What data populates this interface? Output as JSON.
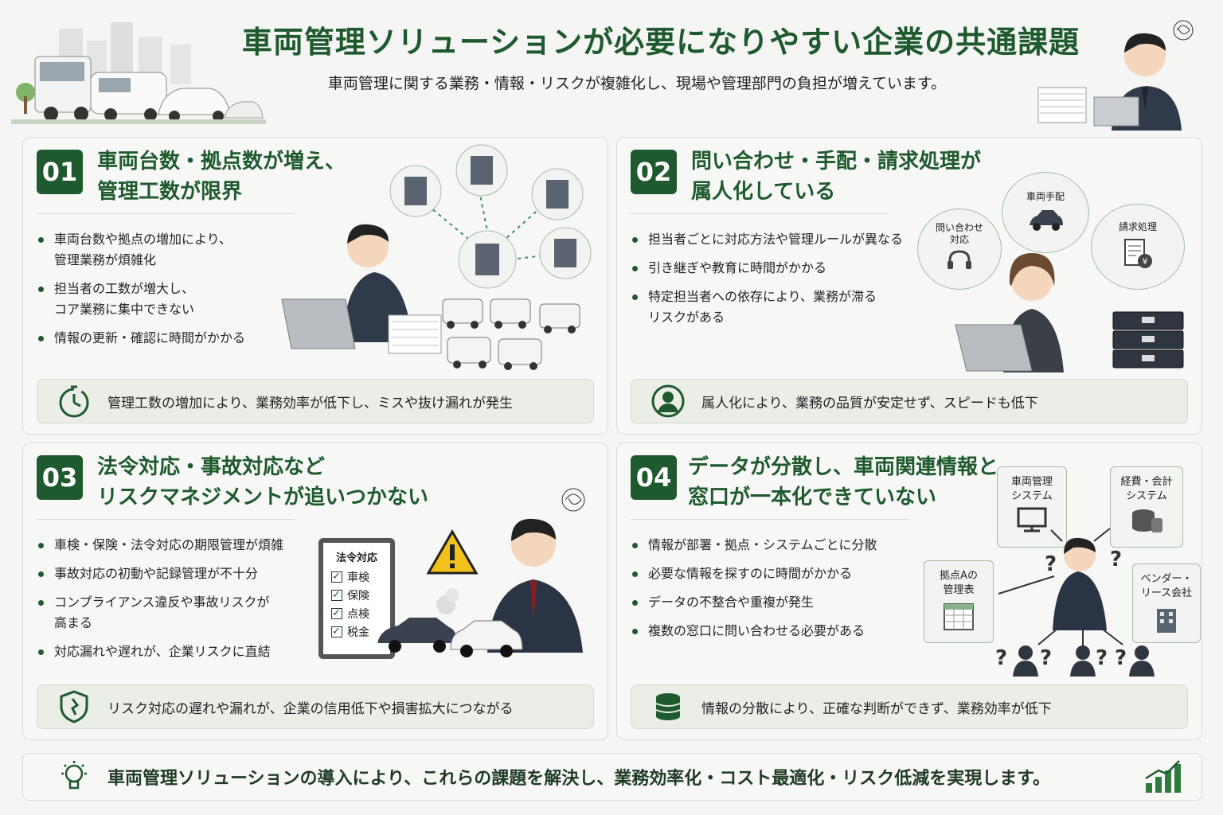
{
  "header": {
    "title": "車両管理ソリューションが必要になりやすい企業の共通課題",
    "subtitle": "車両管理に関する業務・情報・リスクが複雑化し、現場や管理部門の負担が増えています。"
  },
  "panels": [
    {
      "number": "01",
      "title_lines": [
        "車両台数・拠点数が増え、",
        "管理工数が限界"
      ],
      "bullets": [
        "車両台数や拠点の増加により、\n管理業務が煩雑化",
        "担当者の工数が増大し、\nコア業務に集中できない",
        "情報の更新・確認に時間がかかる"
      ],
      "summary": "管理工数の増加により、業務効率が低下し、ミスや抜け漏れが発生"
    },
    {
      "number": "02",
      "title_lines": [
        "問い合わせ・手配・請求処理が",
        "属人化している"
      ],
      "bullets": [
        "担当者ごとに対応方法や管理ルールが異なる",
        "引き継ぎや教育に時間がかかる",
        "特定担当者への依存により、業務が滞る\nリスクがある"
      ],
      "summary": "属人化により、業務の品質が安定せず、スピードも低下",
      "bubbles": {
        "inquiry": "問い合わせ\n対応",
        "dispatch": "車両手配",
        "billing": "請求処理"
      }
    },
    {
      "number": "03",
      "title_lines": [
        "法令対応・事故対応など",
        "リスクマネジメントが追いつかない"
      ],
      "bullets": [
        "車検・保険・法令対応の期限管理が煩雑",
        "事故対応の初動や記録管理が不十分",
        "コンプライアンス違反や事故リスクが\n高まる",
        "対応漏れや遅れが、企業リスクに直結"
      ],
      "summary": "リスク対応の遅れや漏れが、企業の信用低下や損害拡大につながる",
      "checklist": {
        "title": "法令対応",
        "items": [
          "車検",
          "保険",
          "点検",
          "税金"
        ]
      }
    },
    {
      "number": "04",
      "title_lines": [
        "データが分散し、車両関連情報と",
        "窓口が一本化できていない"
      ],
      "bullets": [
        "情報が部署・拠点・システムごとに分散",
        "必要な情報を探すのに時間がかかる",
        "データの不整合や重複が発生",
        "複数の窓口に問い合わせる必要がある"
      ],
      "summary": "情報の分散により、正確な判断ができず、業務効率が低下",
      "boxes": {
        "vehicle_system": "車両管理\nシステム",
        "accounting_system": "経費・会計\nシステム",
        "site_sheet": "拠点Aの\n管理表",
        "vendor": "ベンダー・\nリース会社"
      }
    }
  ],
  "footer": {
    "text": "車両管理ソリューションの導入により、これらの課題を解決し、業務効率化・コスト最適化・リスク低減を実現します。"
  },
  "colors": {
    "accent": "#1f5a2e",
    "panel_bg": "#f7f8f6",
    "summary_bg": "#eaeee7"
  }
}
